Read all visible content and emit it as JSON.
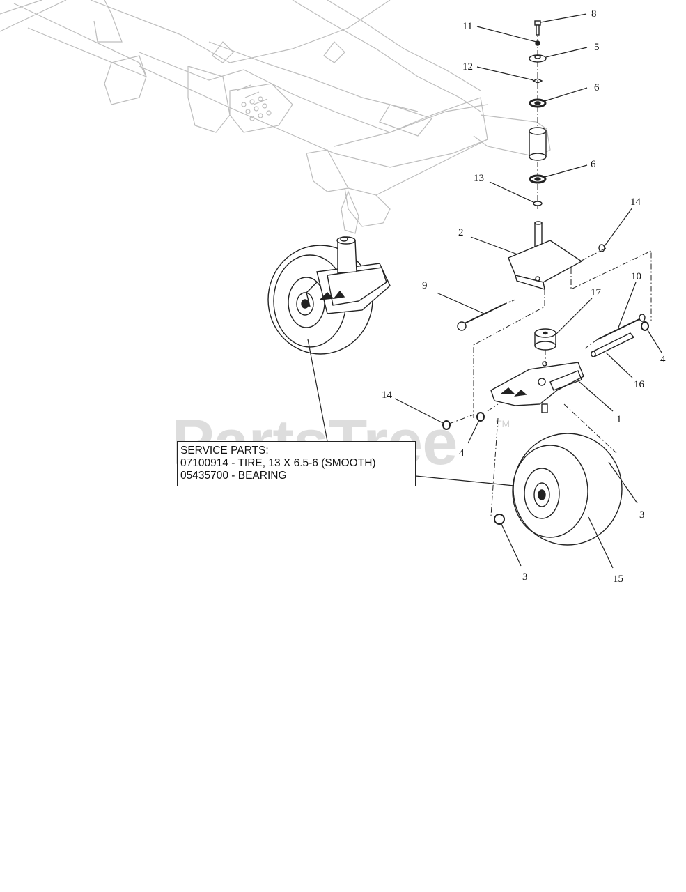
{
  "watermark": {
    "text": "PartsTree",
    "tm": "TM"
  },
  "service_parts": {
    "heading": "SERVICE PARTS:",
    "lines": [
      "07100914 - TIRE, 13 X 6.5-6 (SMOOTH)",
      "05435700 - BEARING"
    ]
  },
  "callouts": {
    "c8": "8",
    "c11": "11",
    "c5": "5",
    "c12": "12",
    "c6a": "6",
    "c6b": "6",
    "c13": "13",
    "c14a": "14",
    "c2": "2",
    "c9": "9",
    "c10": "10",
    "c17": "17",
    "c4a": "4",
    "c16": "16",
    "c1": "1",
    "c14b": "14",
    "c4b": "4",
    "c3a": "3",
    "c3b": "3",
    "c15": "15"
  }
}
